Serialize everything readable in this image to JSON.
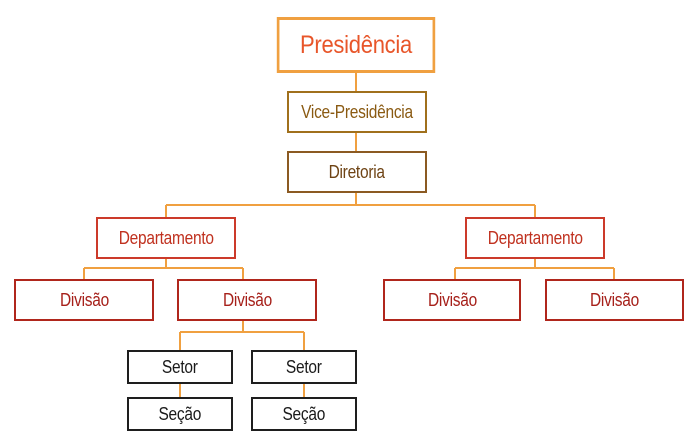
{
  "nodes": {
    "presidencia": "Presidência",
    "vice_presidencia": "Vice-Presidência",
    "diretoria": "Diretoria",
    "departamento_left": "Departamento",
    "departamento_right": "Departamento",
    "divisao_1": "Divisão",
    "divisao_2": "Divisão",
    "divisao_3": "Divisão",
    "divisao_4": "Divisão",
    "setor_1": "Setor",
    "setor_2": "Setor",
    "secao_1": "Seção",
    "secao_2": "Seção"
  },
  "colors": {
    "connector": "#f0a040",
    "presidencia_text": "#e8562a",
    "presidencia_border": "#f0a040",
    "vp_text": "#8a5a12",
    "diretoria_text": "#6e4314",
    "departamento": "#c0311f",
    "divisao": "#a6201a",
    "setor_secao": "#1a1a1a"
  }
}
